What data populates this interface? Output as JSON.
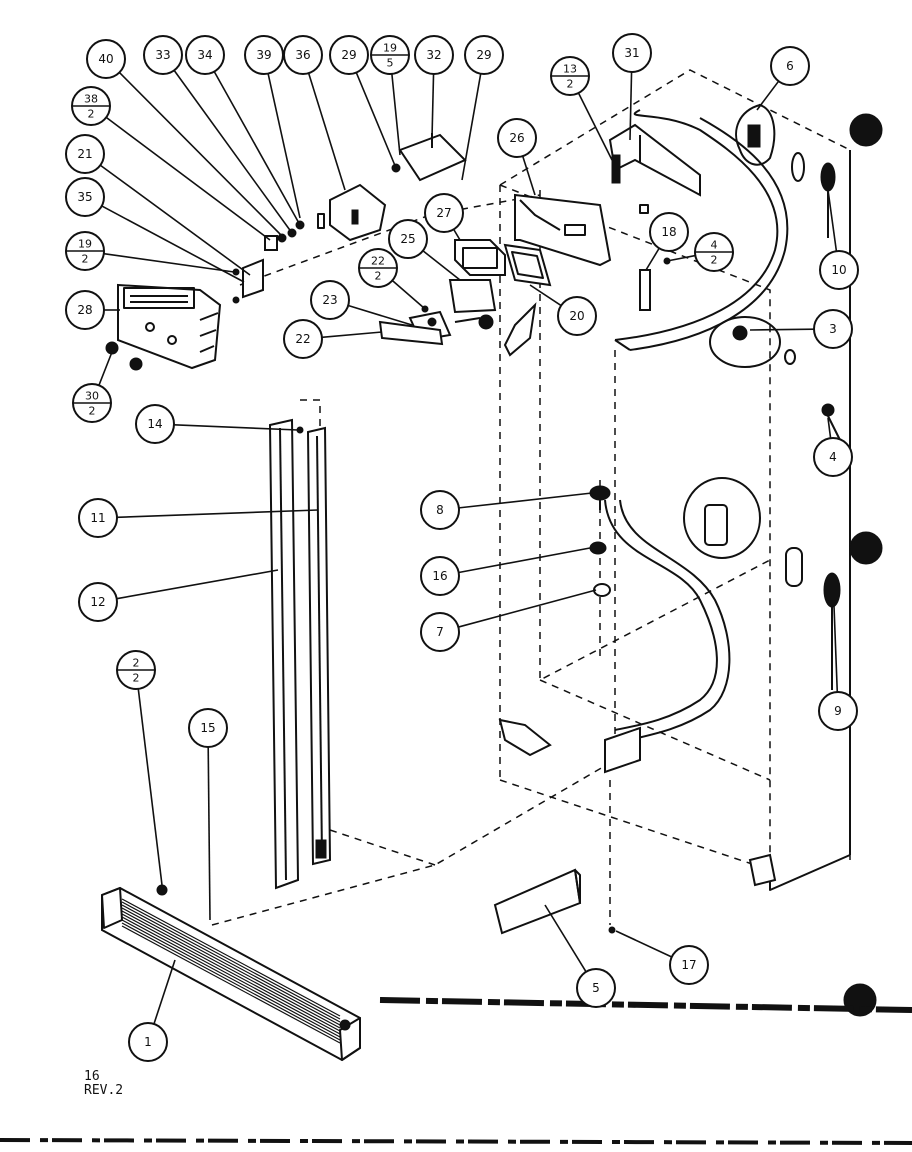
{
  "diagram": {
    "callouts": [
      {
        "id": "40",
        "label": "40"
      },
      {
        "id": "33",
        "label": "33"
      },
      {
        "id": "34",
        "label": "34"
      },
      {
        "id": "39",
        "label": "39"
      },
      {
        "id": "36",
        "label": "36"
      },
      {
        "id": "29a",
        "label": "29"
      },
      {
        "id": "19-5",
        "top": "19",
        "bottom": "5"
      },
      {
        "id": "32",
        "label": "32"
      },
      {
        "id": "29b",
        "label": "29"
      },
      {
        "id": "13-2",
        "top": "13",
        "bottom": "2"
      },
      {
        "id": "31",
        "label": "31"
      },
      {
        "id": "6",
        "label": "6"
      },
      {
        "id": "38-2",
        "top": "38",
        "bottom": "2"
      },
      {
        "id": "21",
        "label": "21"
      },
      {
        "id": "35",
        "label": "35"
      },
      {
        "id": "19-2",
        "top": "19",
        "bottom": "2"
      },
      {
        "id": "28",
        "label": "28"
      },
      {
        "id": "30-2",
        "top": "30",
        "bottom": "2"
      },
      {
        "id": "26",
        "label": "26"
      },
      {
        "id": "27",
        "label": "27"
      },
      {
        "id": "25",
        "label": "25"
      },
      {
        "id": "22-2",
        "top": "22",
        "bottom": "2"
      },
      {
        "id": "23",
        "label": "23"
      },
      {
        "id": "22",
        "label": "22"
      },
      {
        "id": "18",
        "label": "18"
      },
      {
        "id": "4-2",
        "top": "4",
        "bottom": "2"
      },
      {
        "id": "20",
        "label": "20"
      },
      {
        "id": "10",
        "label": "10"
      },
      {
        "id": "3",
        "label": "3"
      },
      {
        "id": "4",
        "label": "4"
      },
      {
        "id": "14",
        "label": "14"
      },
      {
        "id": "11",
        "label": "11"
      },
      {
        "id": "12",
        "label": "12"
      },
      {
        "id": "8",
        "label": "8"
      },
      {
        "id": "16",
        "label": "16"
      },
      {
        "id": "7",
        "label": "7"
      },
      {
        "id": "9",
        "label": "9"
      },
      {
        "id": "2-2",
        "top": "2",
        "bottom": "2"
      },
      {
        "id": "15",
        "label": "15"
      },
      {
        "id": "1",
        "label": "1"
      },
      {
        "id": "5",
        "label": "5"
      },
      {
        "id": "17",
        "label": "17"
      }
    ],
    "footer": {
      "page": "16",
      "revision": "REV.2"
    }
  }
}
